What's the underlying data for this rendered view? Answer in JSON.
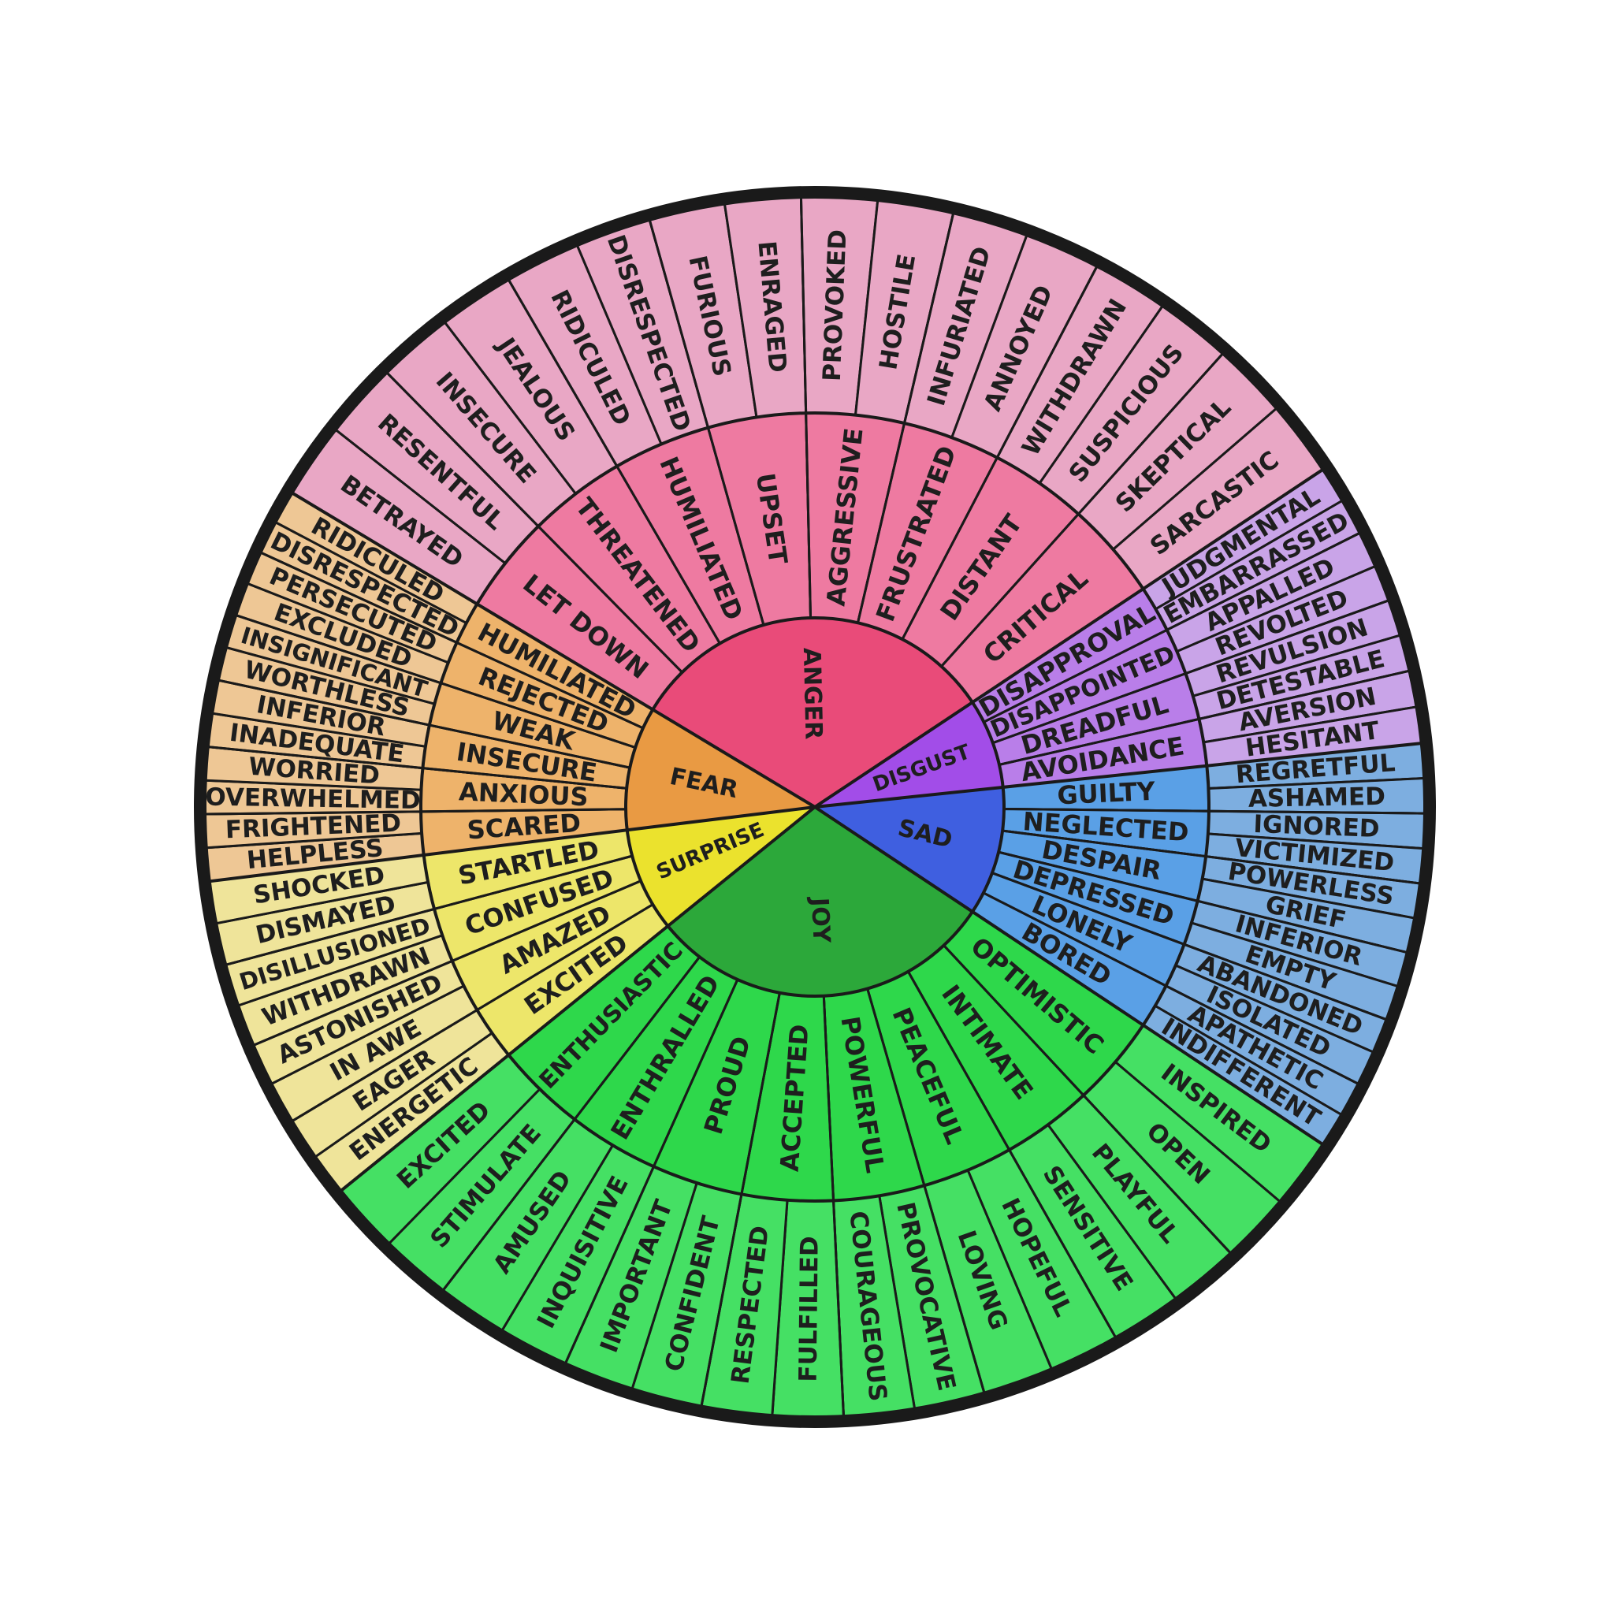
{
  "wheel": {
    "families": [
      {
        "core": "ANGER",
        "colors": {
          "core": "#e94b79",
          "middle": "#ee7aa1",
          "outer": "#e9a7c5"
        },
        "middle": [
          {
            "label": "LET DOWN",
            "outer": [
              "BETRAYED",
              "RESENTFUL"
            ]
          },
          {
            "label": "THREATENED",
            "outer": [
              "INSECURE",
              "JEALOUS"
            ]
          },
          {
            "label": "HUMILIATED",
            "outer": [
              "RIDICULED",
              "DISRESPECTED"
            ]
          },
          {
            "label": "UPSET",
            "outer": [
              "FURIOUS",
              "ENRAGED"
            ]
          },
          {
            "label": "AGGRESSIVE",
            "outer": [
              "PROVOKED",
              "HOSTILE"
            ]
          },
          {
            "label": "FRUSTRATED",
            "outer": [
              "INFURIATED",
              "ANNOYED"
            ]
          },
          {
            "label": "DISTANT",
            "outer": [
              "WITHDRAWN",
              "SUSPICIOUS"
            ]
          },
          {
            "label": "CRITICAL",
            "outer": [
              "SKEPTICAL",
              "SARCASTIC"
            ]
          }
        ]
      },
      {
        "core": "DISGUST",
        "colors": {
          "core": "#a24de8",
          "middle": "#b97ee9",
          "outer": "#c9a4e8"
        },
        "middle": [
          {
            "label": "DISAPPROVAL",
            "outer": [
              "JUDGMENTAL",
              "EMBARRASSED"
            ]
          },
          {
            "label": "DISAPPOINTED",
            "outer": [
              "APPALLED",
              "REVOLTED"
            ]
          },
          {
            "label": "DREADFUL",
            "outer": [
              "REVULSION",
              "DETESTABLE"
            ]
          },
          {
            "label": "AVOIDANCE",
            "outer": [
              "AVERSION",
              "HESITANT"
            ]
          }
        ]
      },
      {
        "core": "SAD",
        "colors": {
          "core": "#3f5fe0",
          "middle": "#5aa0e6",
          "outer": "#7daee0"
        },
        "middle": [
          {
            "label": "GUILTY",
            "outer": [
              "REGRETFUL",
              "ASHAMED"
            ]
          },
          {
            "label": "NEGLECTED",
            "outer": [
              "IGNORED",
              "VICTIMIZED"
            ]
          },
          {
            "label": "DESPAIR",
            "outer": [
              "POWERLESS",
              "GRIEF"
            ]
          },
          {
            "label": "DEPRESSED",
            "outer": [
              "INFERIOR",
              "EMPTY"
            ]
          },
          {
            "label": "LONELY",
            "outer": [
              "ABANDONED",
              "ISOLATED"
            ]
          },
          {
            "label": "BORED",
            "outer": [
              "APATHETIC",
              "INDIFFERENT"
            ]
          }
        ]
      },
      {
        "core": "JOY",
        "colors": {
          "core": "#2ca83a",
          "middle": "#2ed84b",
          "outer": "#45e064"
        },
        "middle": [
          {
            "label": "OPTIMISTIC",
            "outer": [
              "INSPIRED",
              "OPEN"
            ]
          },
          {
            "label": "INTIMATE",
            "outer": [
              "PLAYFUL",
              "SENSITIVE"
            ]
          },
          {
            "label": "PEACEFUL",
            "outer": [
              "HOPEFUL",
              "LOVING"
            ]
          },
          {
            "label": "POWERFUL",
            "outer": [
              "PROVOCATIVE",
              "COURAGEOUS"
            ]
          },
          {
            "label": "ACCEPTED",
            "outer": [
              "FULFILLED",
              "RESPECTED"
            ]
          },
          {
            "label": "PROUD",
            "outer": [
              "CONFIDENT",
              "IMPORTANT"
            ]
          },
          {
            "label": "ENTHRALLED",
            "outer": [
              "INQUISITIVE",
              "AMUSED"
            ]
          },
          {
            "label": "ENTHUSIASTIC",
            "outer": [
              "STIMULATE",
              "EXCITED"
            ]
          }
        ]
      },
      {
        "core": "SURPRISE",
        "colors": {
          "core": "#ebe22d",
          "middle": "#ede66a",
          "outer": "#efe49a"
        },
        "middle": [
          {
            "label": "EXCITED",
            "outer": [
              "ENERGETIC",
              "EAGER"
            ]
          },
          {
            "label": "AMAZED",
            "outer": [
              "IN AWE",
              "ASTONISHED"
            ]
          },
          {
            "label": "CONFUSED",
            "outer": [
              "WITHDRAWN",
              "DISILLUSIONED"
            ]
          },
          {
            "label": "STARTLED",
            "outer": [
              "DISMAYED",
              "SHOCKED"
            ]
          }
        ]
      },
      {
        "core": "FEAR",
        "colors": {
          "core": "#e99a43",
          "middle": "#eeb36b",
          "outer": "#eec795"
        },
        "middle": [
          {
            "label": "SCARED",
            "outer": [
              "HELPLESS",
              "FRIGHTENED"
            ]
          },
          {
            "label": "ANXIOUS",
            "outer": [
              "OVERWHELMED",
              "WORRIED"
            ]
          },
          {
            "label": "INSECURE",
            "outer": [
              "INADEQUATE",
              "INFERIOR"
            ]
          },
          {
            "label": "WEAK",
            "outer": [
              "WORTHLESS",
              "INSIGNIFICANT"
            ]
          },
          {
            "label": "REJECTED",
            "outer": [
              "EXCLUDED",
              "PERSECUTED"
            ]
          },
          {
            "label": "HUMILIATED",
            "outer": [
              "DISRESPECTED",
              "RIDICULED"
            ]
          }
        ]
      }
    ]
  }
}
